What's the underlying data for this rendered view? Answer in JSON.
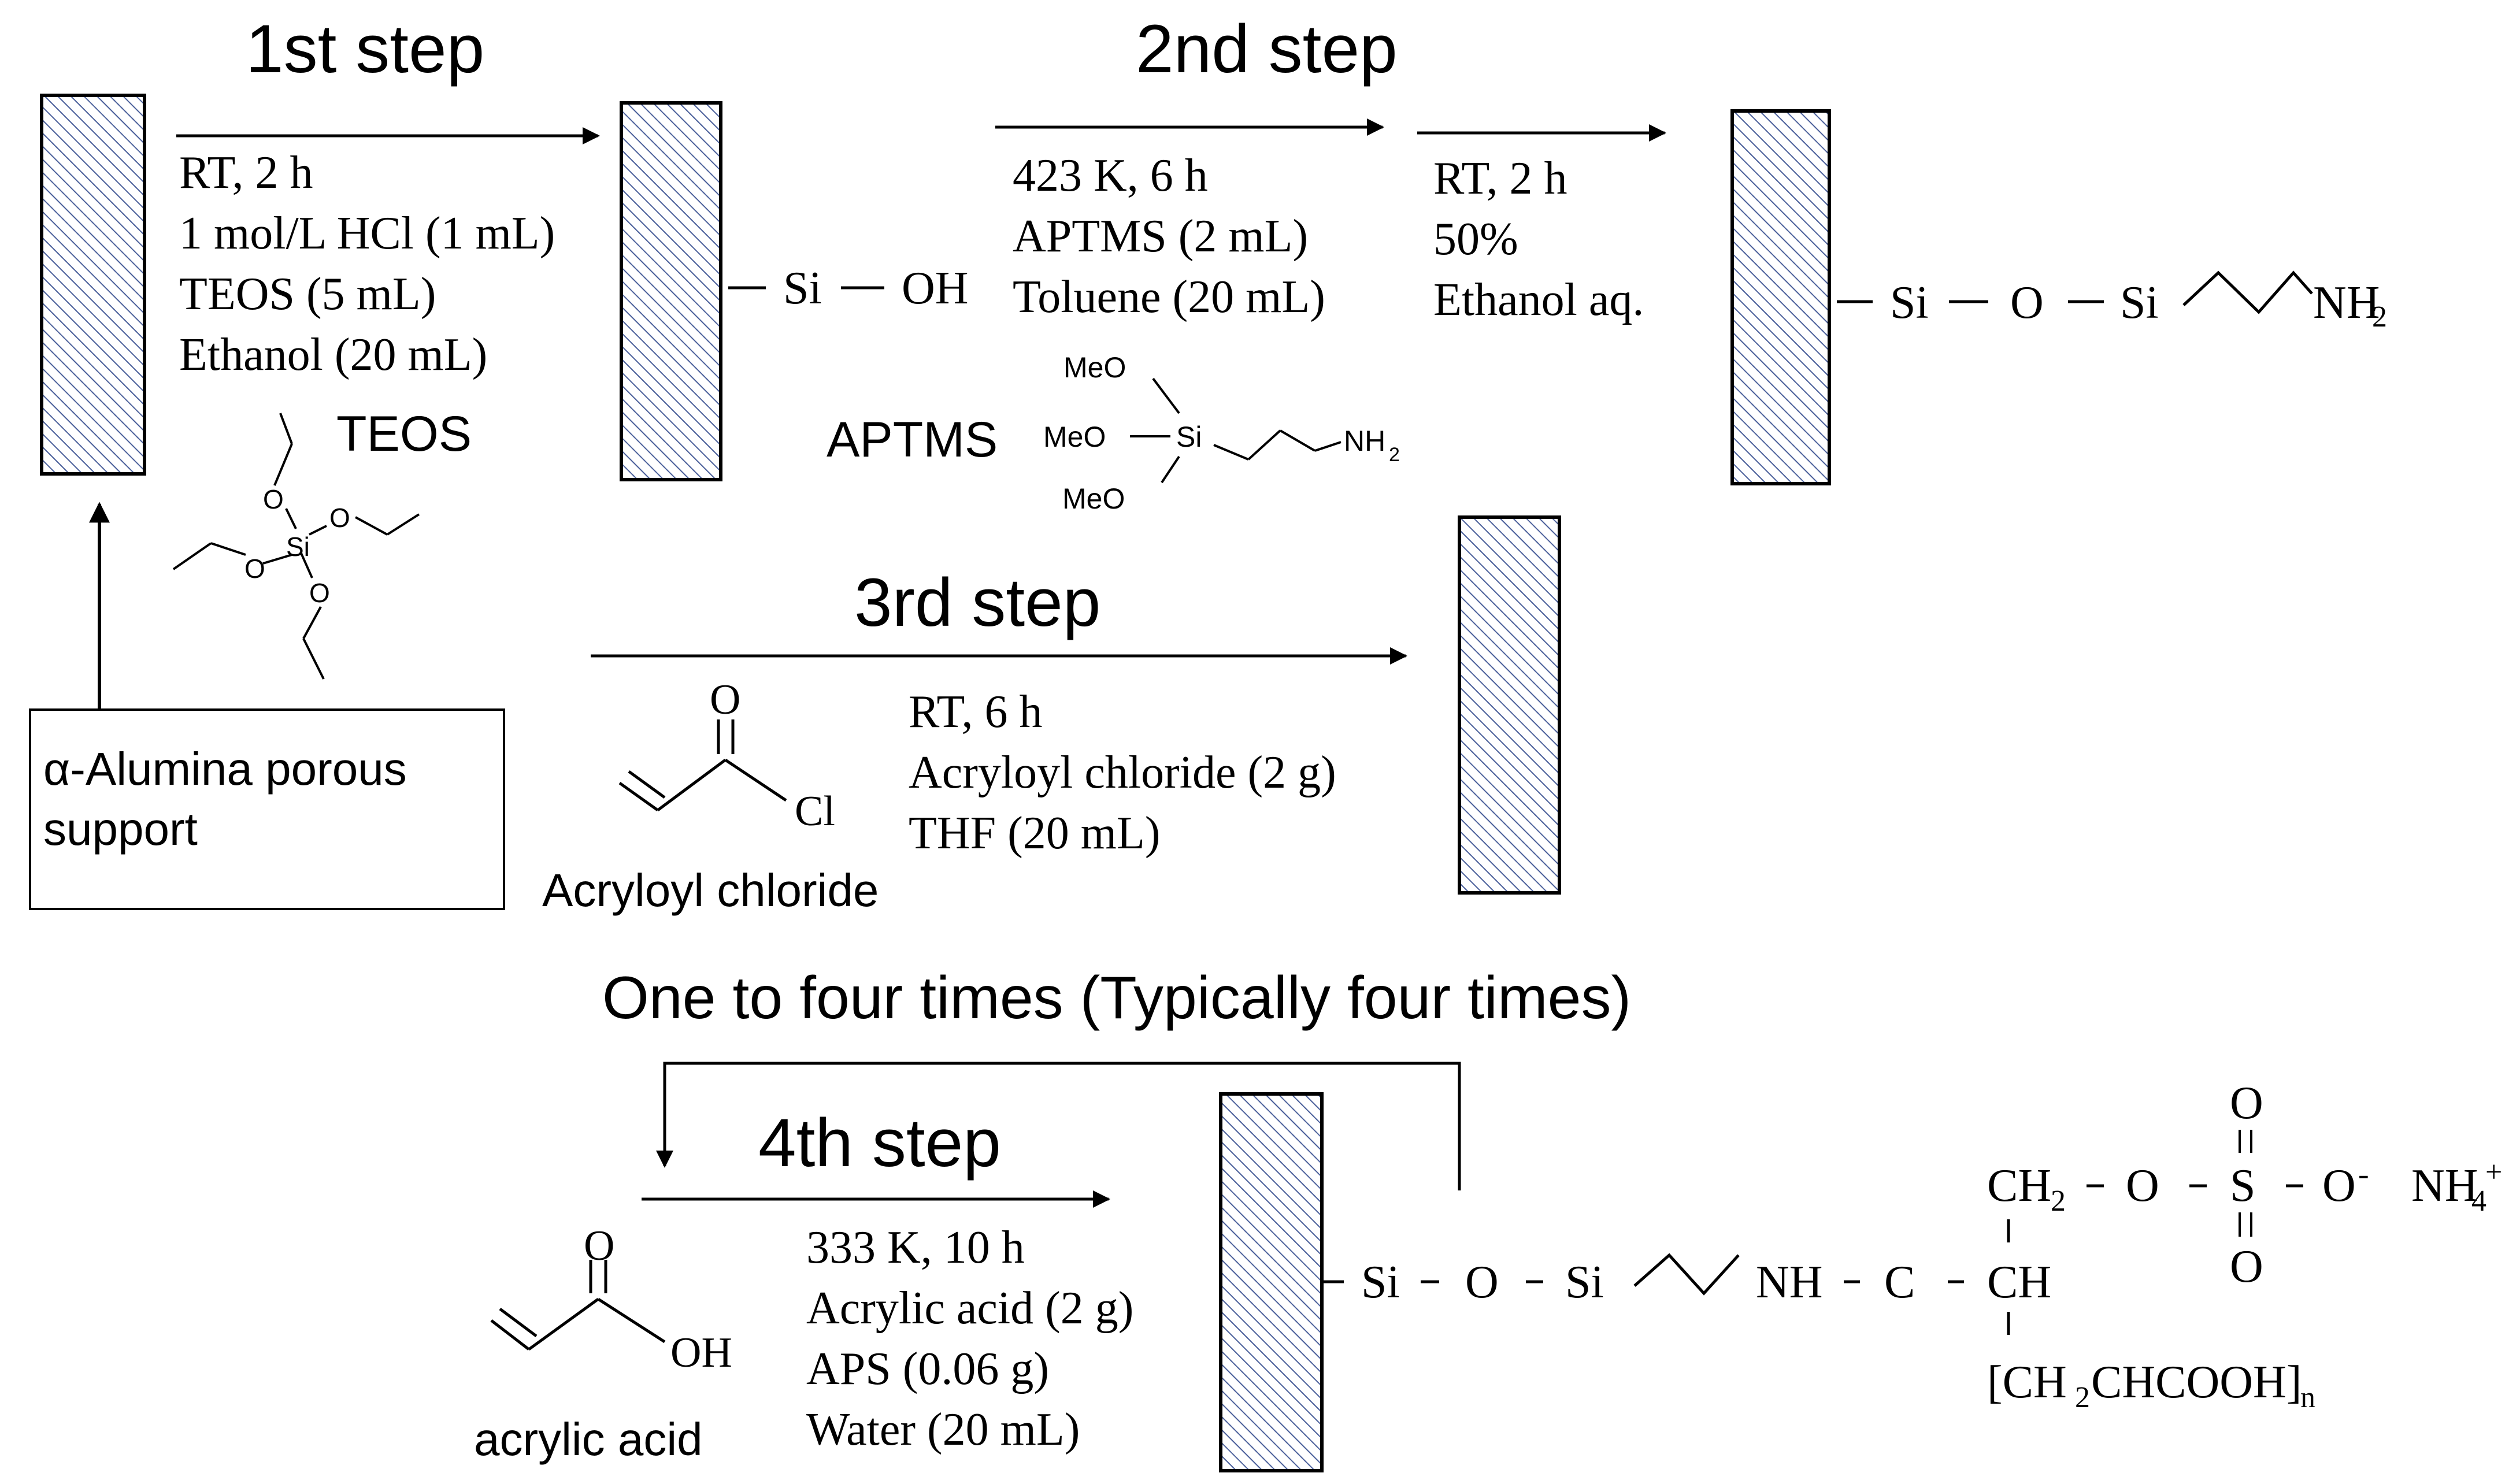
{
  "steps": {
    "step1": {
      "title": "1st  step",
      "conditions": [
        "RT, 2 h",
        "1 mol/L HCl (1 mL)",
        "TEOS (5 mL)",
        "Ethanol (20 mL)"
      ],
      "reagent_label": "TEOS"
    },
    "step2": {
      "title": "2nd step",
      "conditions_a": [
        "423 K, 6 h",
        "APTMS  (2 mL)",
        "Toluene (20 mL)"
      ],
      "conditions_b": [
        "RT, 2 h",
        "50%",
        "Ethanol aq."
      ],
      "reagent_label": "APTMS"
    },
    "step3": {
      "title": "3rd step",
      "conditions": [
        "RT, 6 h",
        "Acryloyl  chloride (2 g)",
        "THF (20 mL)"
      ],
      "reagent_label": "Acryloyl chloride"
    },
    "step4": {
      "title": "4th step",
      "conditions": [
        "333 K, 10 h",
        "Acrylic  acid  (2 g)",
        "APS (0.06 g)",
        "Water (20 mL)"
      ],
      "reagent_label": "acrylic acid"
    }
  },
  "support_box": {
    "line1": "α-Alumina  porous",
    "line2": "support"
  },
  "repeat_note": "One to four times (Typically four times)",
  "surfaces": {
    "silanol": [
      "Si",
      "OH"
    ],
    "amine": [
      "Si",
      "O",
      "Si",
      "NH",
      "2"
    ]
  },
  "molecules": {
    "teos_atoms": [
      "O",
      "O",
      "Si",
      "O",
      "O"
    ],
    "aptms_atoms": [
      "MeO",
      "MeO",
      "Si",
      "MeO",
      "NH",
      "2"
    ],
    "acryloyl_atoms": [
      "O",
      "Cl"
    ],
    "acrylic_atoms": [
      "O",
      "OH"
    ]
  },
  "final_product": {
    "chain": [
      "Si",
      "O",
      "Si",
      "NH",
      "C",
      "CH"
    ],
    "top_row": [
      "CH",
      "2",
      "O",
      "S",
      "O",
      "-",
      "NH",
      "4",
      "+"
    ],
    "sulfate_o": [
      "O",
      "O"
    ],
    "bottom": [
      "[CH",
      "2",
      "CHCOOH]",
      "n"
    ]
  },
  "colors": {
    "hatch_line": "#4a5f9a",
    "ink": "#000000",
    "background": "#ffffff"
  }
}
